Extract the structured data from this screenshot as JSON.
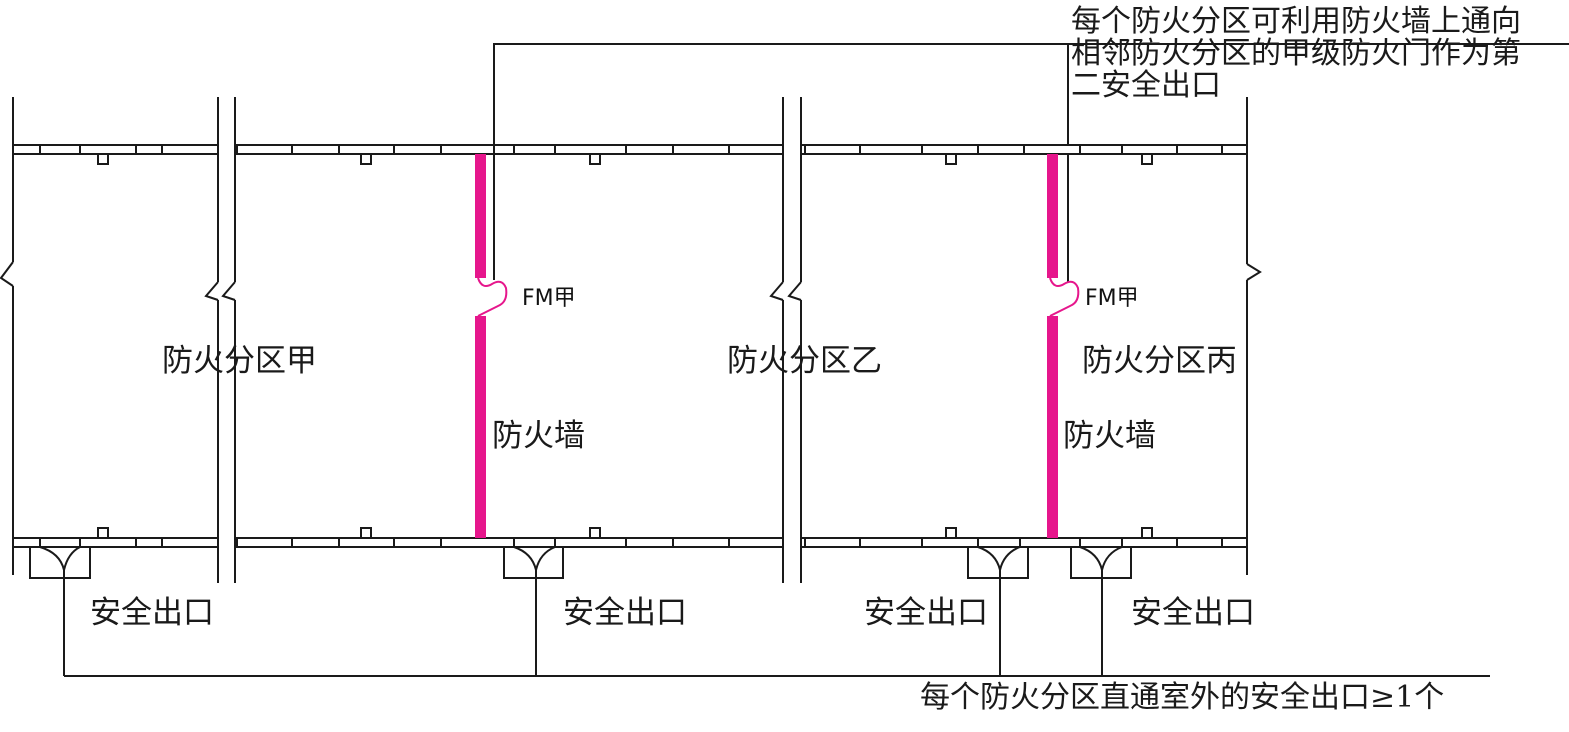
{
  "zones": {
    "a": "防火分区甲",
    "b": "防火分区乙",
    "c": "防火分区丙"
  },
  "fire_wall_label": "防火墙",
  "fire_door_label": "FM甲",
  "exit_label": "安全出口",
  "top_note": {
    "line1": "每个防火分区可利用防火墙上通向",
    "line2": "相邻防火分区的甲级防火门作为第",
    "line3": "二安全出口"
  },
  "bottom_note": "每个防火分区直通室外的安全出口≥1个",
  "colors": {
    "fire_wall": "#e6168c",
    "lines": "#1a1a1a"
  }
}
